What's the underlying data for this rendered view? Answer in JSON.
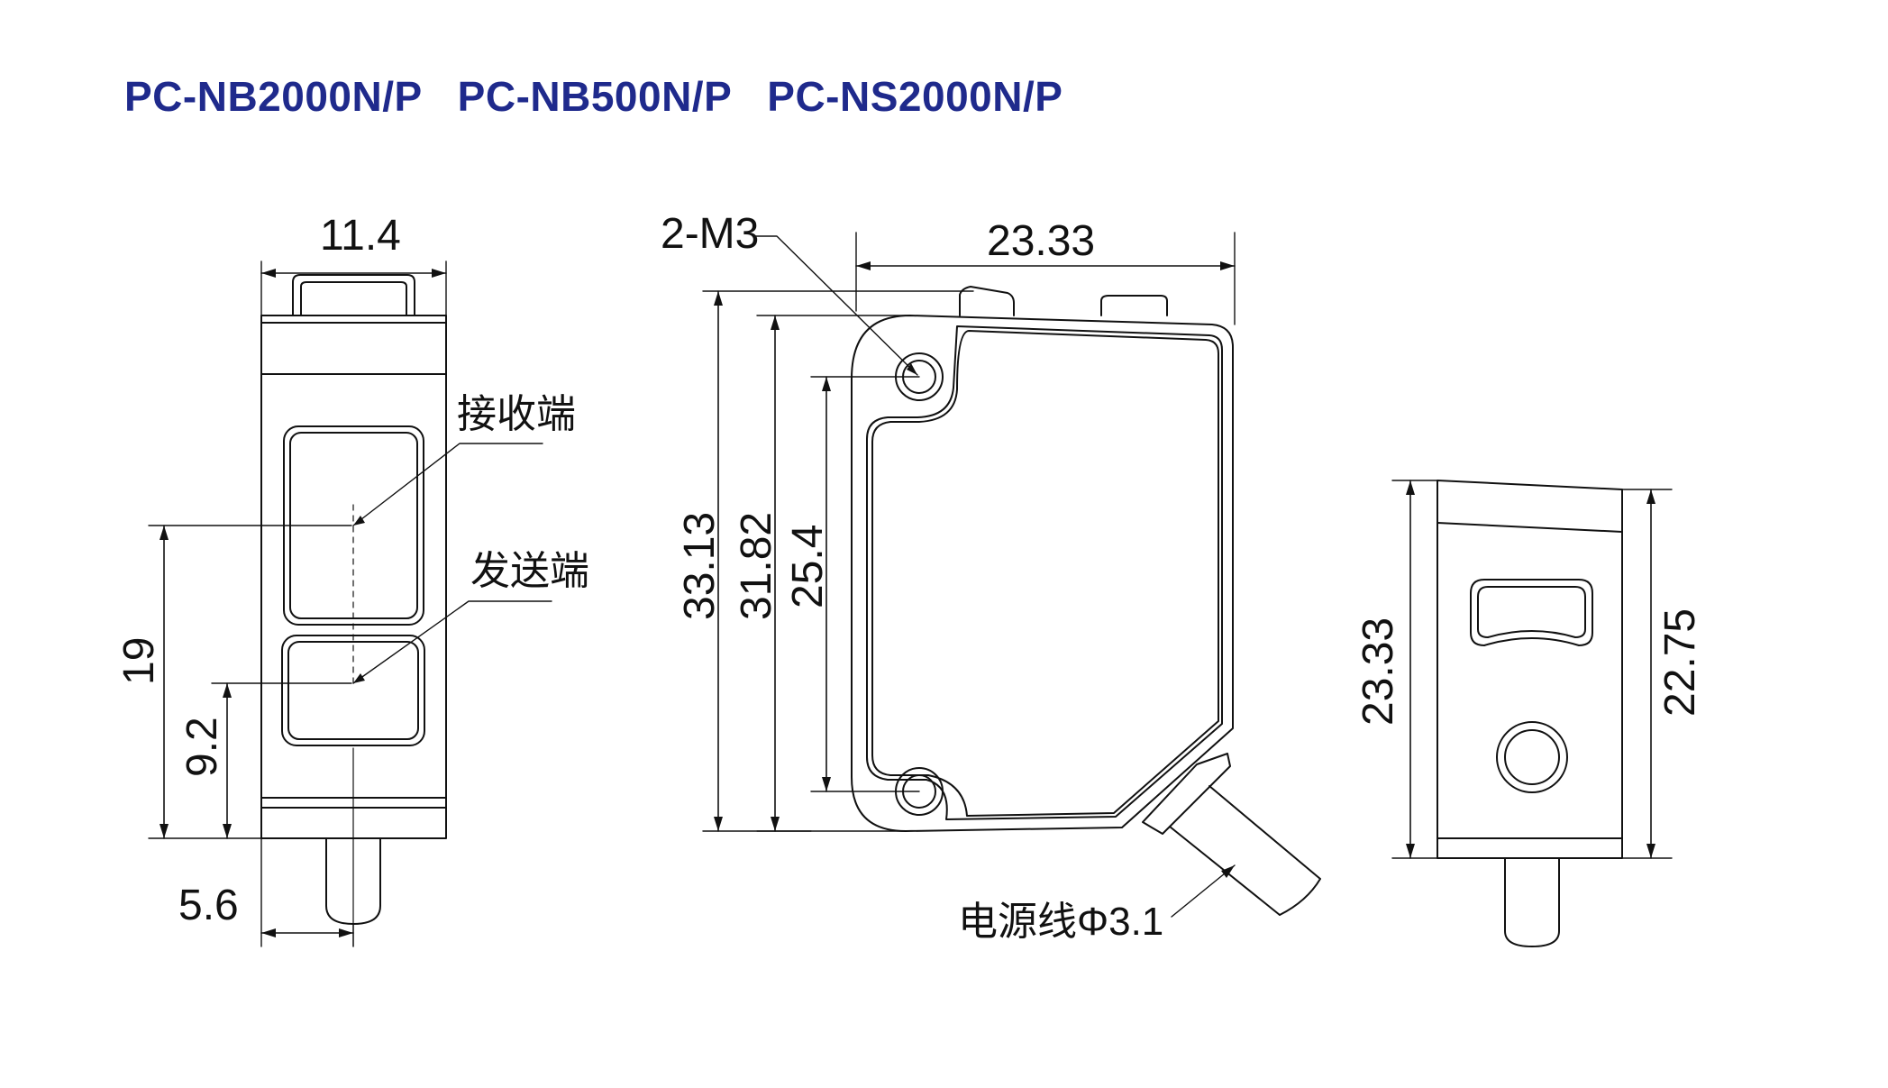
{
  "title": {
    "models": "PC-NB2000N/P   PC-NB500N/P   PC-NS2000N/P",
    "color": "#1f2a8c"
  },
  "front_view": {
    "width_dim": "11.4",
    "height_dim_19": "19",
    "height_dim_9_2": "9.2",
    "offset_dim": "5.6",
    "receiver_label": "接收端",
    "emitter_label": "发送端"
  },
  "side_view": {
    "screw_label": "2-M3",
    "width_dim": "23.33",
    "height_dim_33_13": "33.13",
    "height_dim_31_82": "31.82",
    "height_dim_25_4": "25.4",
    "cable_label": "电源线Φ3.1"
  },
  "rear_view": {
    "left_dim": "23.33",
    "right_dim": "22.75"
  },
  "line_color": "#111111"
}
